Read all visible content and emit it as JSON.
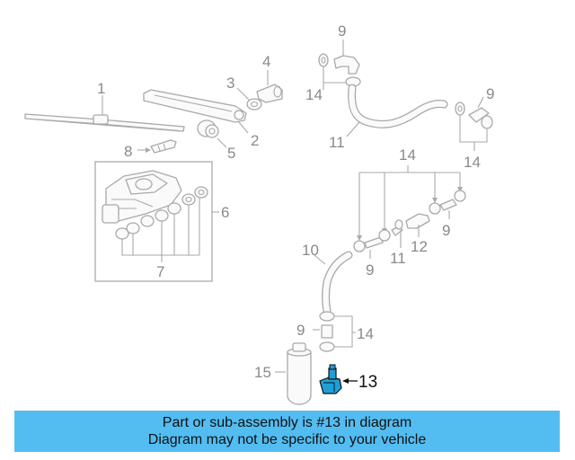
{
  "callouts": {
    "c1": "1",
    "c2": "2",
    "c3": "3",
    "c4": "4",
    "c5": "5",
    "c6": "6",
    "c7": "7",
    "c8": "8",
    "c9a": "9",
    "c9b": "9",
    "c9c": "9",
    "c9d": "9",
    "c9e": "9",
    "c10": "10",
    "c11a": "11",
    "c11b": "11",
    "c12": "12",
    "c13": "13",
    "c14a": "14",
    "c14b": "14",
    "c14c": "14",
    "c14d": "14",
    "c15": "15"
  },
  "highlight_color": "#1f9fd8",
  "banner": {
    "color": "#53bdf2",
    "line1": "Part or sub-assembly is #13 in diagram",
    "line2": "Diagram may not be specific to your vehicle"
  }
}
